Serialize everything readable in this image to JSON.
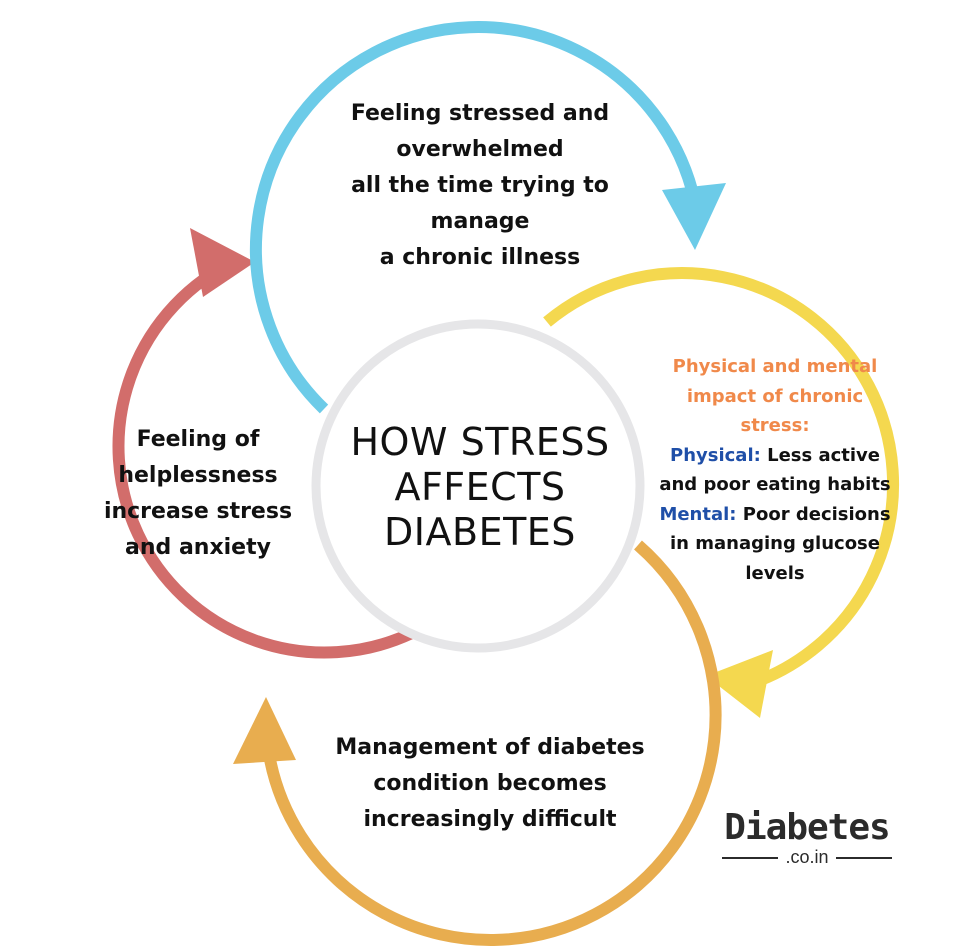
{
  "center": {
    "title_lines": [
      "HOW STRESS",
      "AFFECTS",
      "DIABETES"
    ]
  },
  "top": {
    "lines": [
      "Feeling stressed and",
      "overwhelmed",
      "all the time trying to",
      "manage",
      "a chronic illness"
    ]
  },
  "right": {
    "heading_lines": [
      "Physical and mental",
      "impact of chronic",
      "stress:"
    ],
    "physical_label": "Physical:",
    "physical_text_1": "Less active",
    "physical_text_2": "and poor eating habits",
    "mental_label": "Mental:",
    "mental_text_1": "Poor decisions",
    "mental_text_2": "in managing glucose",
    "mental_text_3": "levels"
  },
  "bottom": {
    "lines": [
      "Management of diabetes",
      "condition becomes",
      "increasingly difficult"
    ]
  },
  "left": {
    "lines": [
      "Feeling of",
      "helplessness",
      "increase stress",
      "and anxiety"
    ]
  },
  "logo": {
    "main": "Diabetes",
    "sub": ".co.in"
  },
  "colors": {
    "top_ring": "#6ccbe8",
    "right_ring": "#f4d84f",
    "bottom_ring": "#e8ad4f",
    "left_ring": "#d26d6b",
    "center_ring": "#e6e6e8",
    "heading_orange": "#f0894a",
    "label_blue": "#1f4fa8"
  }
}
